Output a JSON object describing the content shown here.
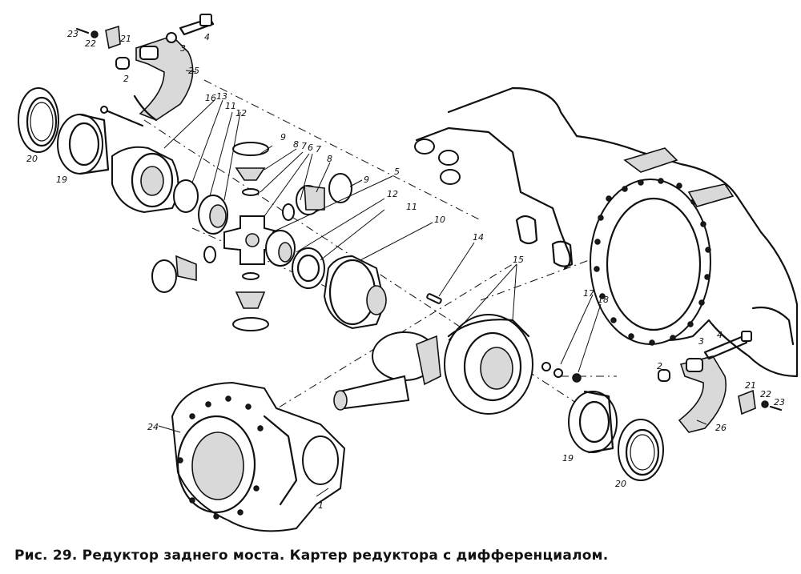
{
  "figure": {
    "caption": "Рис. 29. Редуктор заднего моста. Картер редуктора с дифференциалом."
  },
  "callouts": [
    {
      "id": "c23a",
      "label": "23"
    },
    {
      "id": "c22a",
      "label": "22"
    },
    {
      "id": "c21a",
      "label": "21"
    },
    {
      "id": "c3a",
      "label": "3"
    },
    {
      "id": "c4a",
      "label": "4"
    },
    {
      "id": "c2a",
      "label": "2"
    },
    {
      "id": "c25",
      "label": "25"
    },
    {
      "id": "c16",
      "label": "16"
    },
    {
      "id": "c13",
      "label": "13"
    },
    {
      "id": "c11a",
      "label": "11"
    },
    {
      "id": "c12a",
      "label": "12"
    },
    {
      "id": "c20a",
      "label": "20"
    },
    {
      "id": "c19a",
      "label": "19"
    },
    {
      "id": "c9a",
      "label": "9"
    },
    {
      "id": "c8a",
      "label": "8"
    },
    {
      "id": "c7",
      "label": "7"
    },
    {
      "id": "c6",
      "label": "6"
    },
    {
      "id": "c7b",
      "label": "7"
    },
    {
      "id": "c8b",
      "label": "8"
    },
    {
      "id": "c9b",
      "label": "9"
    },
    {
      "id": "c5",
      "label": "5"
    },
    {
      "id": "c12b",
      "label": "12"
    },
    {
      "id": "c11b",
      "label": "11"
    },
    {
      "id": "c10",
      "label": "10"
    },
    {
      "id": "c14",
      "label": "14"
    },
    {
      "id": "c15",
      "label": "15"
    },
    {
      "id": "c17",
      "label": "17"
    },
    {
      "id": "c18",
      "label": "18"
    },
    {
      "id": "c24",
      "label": "24"
    },
    {
      "id": "c1",
      "label": "1"
    },
    {
      "id": "c4b",
      "label": "4"
    },
    {
      "id": "c3b",
      "label": "3"
    },
    {
      "id": "c2b",
      "label": "2"
    },
    {
      "id": "c21b",
      "label": "21"
    },
    {
      "id": "c22b",
      "label": "22"
    },
    {
      "id": "c23b",
      "label": "23"
    },
    {
      "id": "c26",
      "label": "26"
    },
    {
      "id": "c19b",
      "label": "19"
    },
    {
      "id": "c20b",
      "label": "20"
    }
  ]
}
